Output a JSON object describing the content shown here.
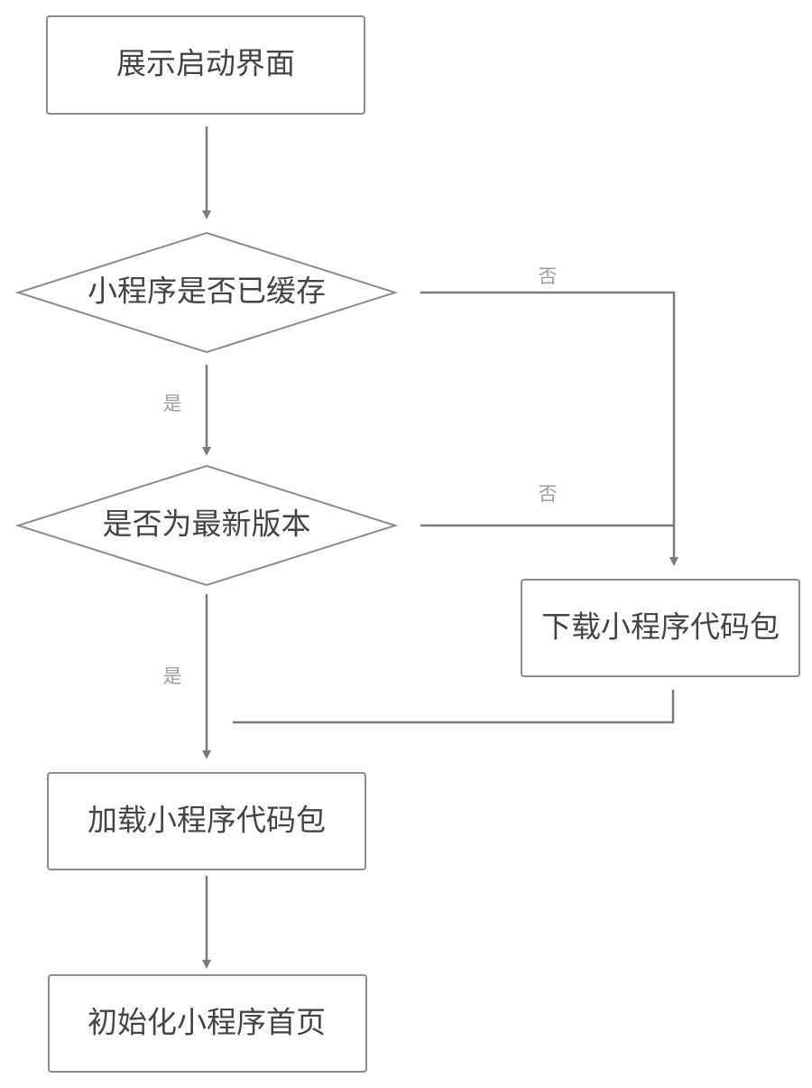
{
  "diagram": {
    "nodes": {
      "start": {
        "label": "展示启动界面",
        "shape": "rectangle"
      },
      "check_cache": {
        "label": "小程序是否已缓存",
        "shape": "diamond"
      },
      "check_latest": {
        "label": "是否为最新版本",
        "shape": "diamond"
      },
      "download": {
        "label": "下载小程序代码包",
        "shape": "rectangle"
      },
      "load": {
        "label": "加载小程序代码包",
        "shape": "rectangle"
      },
      "init": {
        "label": "初始化小程序首页",
        "shape": "rectangle"
      }
    },
    "edges": {
      "cache_yes": "是",
      "cache_no": "否",
      "latest_yes": "是",
      "latest_no": "否"
    },
    "colors": {
      "box_stroke": "#8c8c8c",
      "line": "#7a7a7a",
      "text": "#444444",
      "edge_label": "#9e9e9e"
    }
  }
}
